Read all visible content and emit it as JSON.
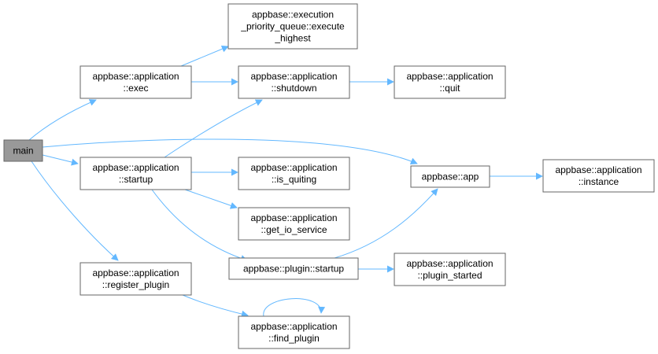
{
  "colors": {
    "edge": "#63b8ff",
    "node_fill": "#ffffff",
    "node_border": "#666666",
    "root_fill": "#999999",
    "text": "#000000"
  },
  "nodes": [
    {
      "id": "main",
      "lines": [
        "main"
      ],
      "root": true
    },
    {
      "id": "exec",
      "lines": [
        "appbase::application",
        "::exec"
      ]
    },
    {
      "id": "execute_highest",
      "lines": [
        "appbase::execution",
        "_priority_queue::execute",
        "_highest"
      ]
    },
    {
      "id": "shutdown",
      "lines": [
        "appbase::application",
        "::shutdown"
      ]
    },
    {
      "id": "quit",
      "lines": [
        "appbase::application",
        "::quit"
      ]
    },
    {
      "id": "startup",
      "lines": [
        "appbase::application",
        "::startup"
      ]
    },
    {
      "id": "is_quiting",
      "lines": [
        "appbase::application",
        "::is_quiting"
      ]
    },
    {
      "id": "get_io_service",
      "lines": [
        "appbase::application",
        "::get_io_service"
      ]
    },
    {
      "id": "app",
      "lines": [
        "appbase::app"
      ]
    },
    {
      "id": "instance",
      "lines": [
        "appbase::application",
        "::instance"
      ]
    },
    {
      "id": "plugin_startup",
      "lines": [
        "appbase::plugin::startup"
      ]
    },
    {
      "id": "plugin_started",
      "lines": [
        "appbase::application",
        "::plugin_started"
      ]
    },
    {
      "id": "register_plugin",
      "lines": [
        "appbase::application",
        "::register_plugin"
      ]
    },
    {
      "id": "find_plugin",
      "lines": [
        "appbase::application",
        "::find_plugin"
      ]
    }
  ],
  "edges": [
    {
      "from": "main",
      "to": "exec"
    },
    {
      "from": "main",
      "to": "app"
    },
    {
      "from": "main",
      "to": "startup"
    },
    {
      "from": "main",
      "to": "register_plugin"
    },
    {
      "from": "exec",
      "to": "execute_highest"
    },
    {
      "from": "exec",
      "to": "shutdown"
    },
    {
      "from": "shutdown",
      "to": "quit"
    },
    {
      "from": "startup",
      "to": "shutdown"
    },
    {
      "from": "startup",
      "to": "is_quiting"
    },
    {
      "from": "startup",
      "to": "get_io_service"
    },
    {
      "from": "startup",
      "to": "plugin_startup"
    },
    {
      "from": "app",
      "to": "instance"
    },
    {
      "from": "plugin_startup",
      "to": "app"
    },
    {
      "from": "plugin_startup",
      "to": "plugin_started"
    },
    {
      "from": "register_plugin",
      "to": "find_plugin"
    },
    {
      "from": "find_plugin",
      "to": "find_plugin"
    }
  ]
}
